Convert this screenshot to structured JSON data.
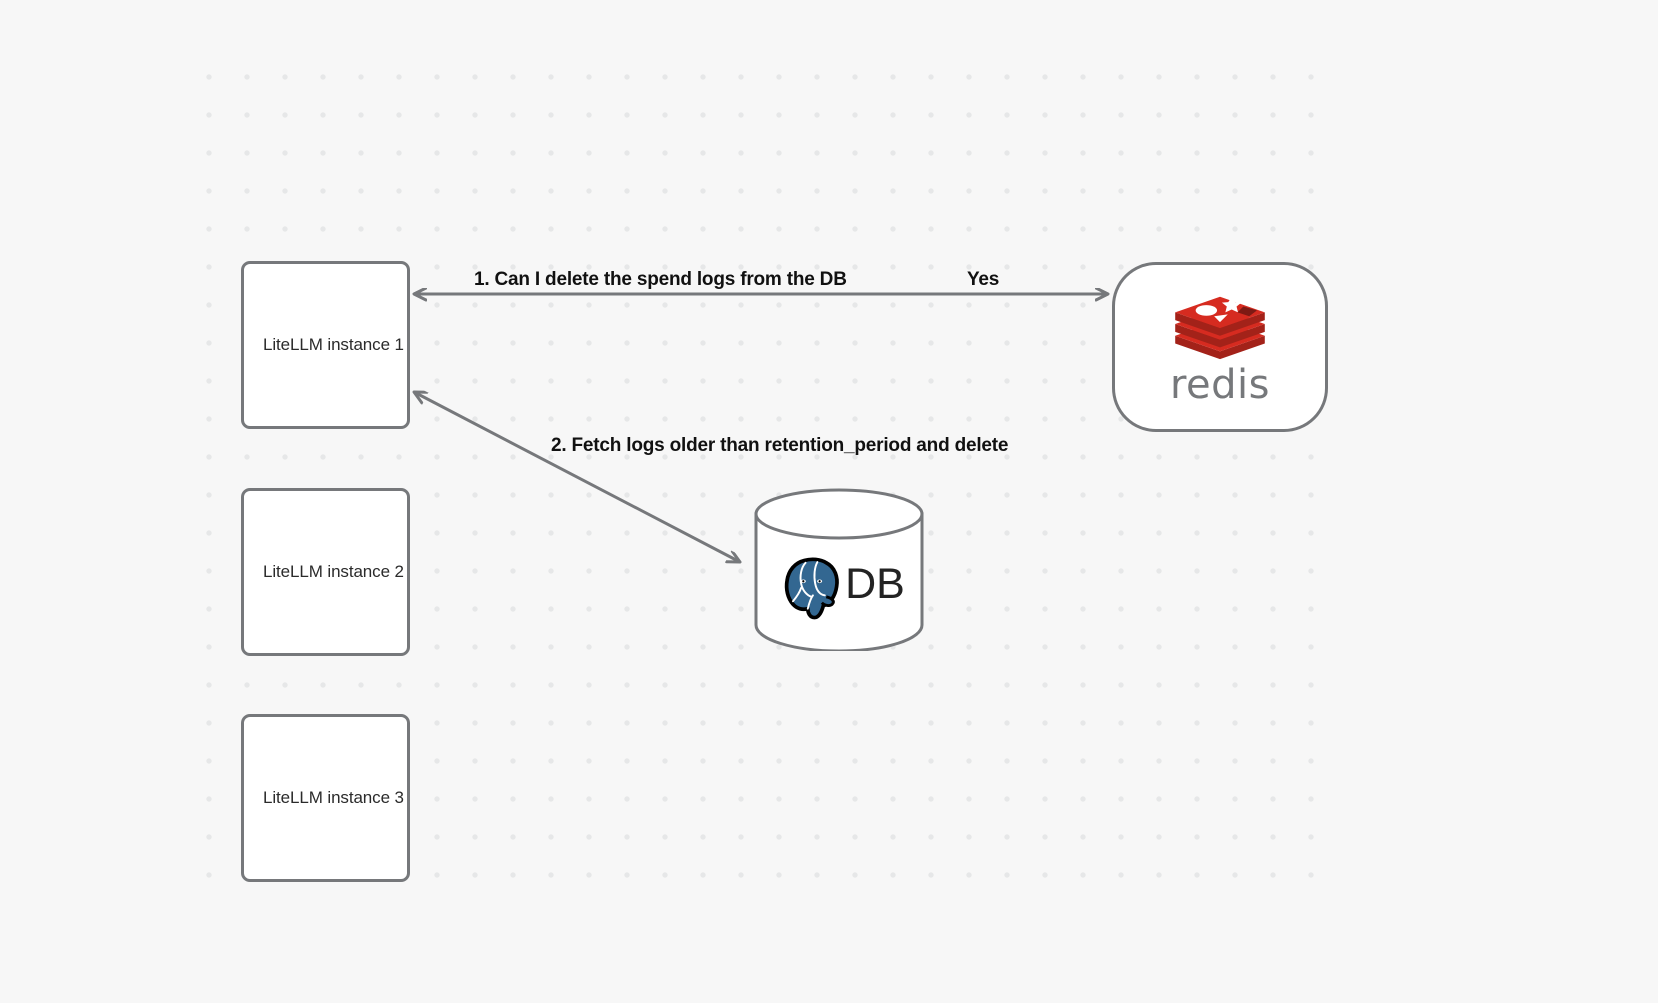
{
  "canvas": {
    "background_color": "#f7f7f7",
    "grid": "dot-grid",
    "grid_dot_color": "#e6e7e8"
  },
  "nodes": [
    {
      "id": "litellm-1",
      "label": "LiteLLM instance 1",
      "shape": "rounded-rect",
      "fill": "#ffffff",
      "stroke": "#76787b"
    },
    {
      "id": "litellm-2",
      "label": "LiteLLM instance 2",
      "shape": "rounded-rect",
      "fill": "#ffffff",
      "stroke": "#76787b"
    },
    {
      "id": "litellm-3",
      "label": "LiteLLM instance 3",
      "shape": "rounded-rect",
      "fill": "#ffffff",
      "stroke": "#76787b"
    },
    {
      "id": "redis",
      "label": "redis",
      "shape": "rounded-rect",
      "fill": "#ffffff",
      "stroke": "#76787b",
      "logo_color": "#d62b20"
    },
    {
      "id": "database",
      "label": "DB",
      "shape": "cylinder",
      "fill": "#ffffff",
      "stroke": "#76787b",
      "logo_color": "#336791"
    }
  ],
  "edges": [
    {
      "id": "edge-1",
      "from": "litellm-1",
      "to": "redis",
      "label": "1.  Can I delete the spend logs from the DB",
      "direction": "bidirectional",
      "stroke": "#76787b"
    },
    {
      "id": "edge-1-reply",
      "from": "redis",
      "to": "litellm-1",
      "label": "Yes",
      "direction": "reply",
      "stroke": "#76787b"
    },
    {
      "id": "edge-2",
      "from": "litellm-1",
      "to": "database",
      "label": "2.  Fetch logs older than retention_period and delete",
      "direction": "bidirectional",
      "stroke": "#76787b"
    }
  ],
  "labels": {
    "step1": "1.  Can I delete the spend logs from the DB",
    "yes": "Yes",
    "step2": "2.  Fetch logs older than retention_period and delete"
  },
  "redis": {
    "wordmark": "redis"
  },
  "database": {
    "text": "DB"
  },
  "colors": {
    "edge_stroke": "#76787b",
    "node_stroke": "#76787b",
    "node_fill": "#ffffff",
    "label_text": "#111111",
    "node_text": "#2b2b2b",
    "redis_red": "#d62b20",
    "postgres_blue": "#336791",
    "background": "#f7f7f7"
  }
}
